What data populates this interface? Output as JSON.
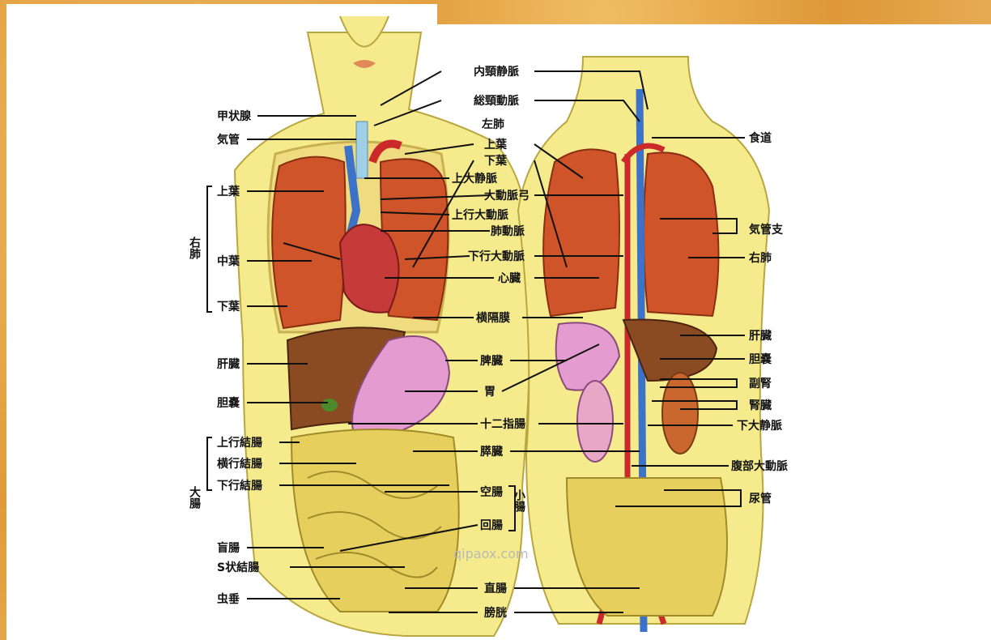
{
  "left_labels": {
    "thyroid": "甲状腺",
    "trachea": "気管",
    "r_upper": "上葉",
    "r_middle": "中葉",
    "r_lower": "下葉",
    "right_lung_group": "右肺",
    "liver": "肝臓",
    "gallbladder": "胆嚢",
    "ascending_colon": "上行結腸",
    "transverse_colon": "横行結腸",
    "descending_colon": "下行結腸",
    "large_intestine_group": "大腸",
    "cecum": "盲腸",
    "sigmoid": "S状結腸",
    "appendix": "虫垂"
  },
  "center_labels": {
    "jugular": "内頸静脈",
    "carotid": "総頸動脈",
    "left_lung": "左肺",
    "l_upper": "上葉",
    "l_lower": "下葉",
    "svc": "上大静脈",
    "aortic_arch": "大動脈弓",
    "ascending_aorta": "上行大動脈",
    "pulmonary_artery": "肺動脈",
    "descending_aorta": "下行大動脈",
    "heart": "心臓",
    "diaphragm": "横隔膜",
    "spleen": "脾臓",
    "stomach": "胃",
    "duodenum": "十二指腸",
    "pancreas": "膵臓",
    "jejunum": "空腸",
    "ileum": "回腸",
    "small_intestine_group": "小腸",
    "rectum": "直腸",
    "bladder": "膀胱"
  },
  "right_labels": {
    "esophagus": "食道",
    "bronchi": "気管支",
    "right_lung": "右肺",
    "liver": "肝臓",
    "gallbladder": "胆嚢",
    "adrenal": "副腎",
    "kidney": "腎臓",
    "ivc": "下大静脈",
    "abdominal_aorta": "腹部大動脈",
    "ureter": "尿管"
  },
  "watermark": "qipaox.com",
  "colors": {
    "skin": "#f5eb8c",
    "lung": "#d0542a",
    "liver": "#8a4a22",
    "stomach": "#e39bd0",
    "intestine": "#e6cf5c",
    "vein": "#3c72c8",
    "artery": "#cc2a2a"
  }
}
